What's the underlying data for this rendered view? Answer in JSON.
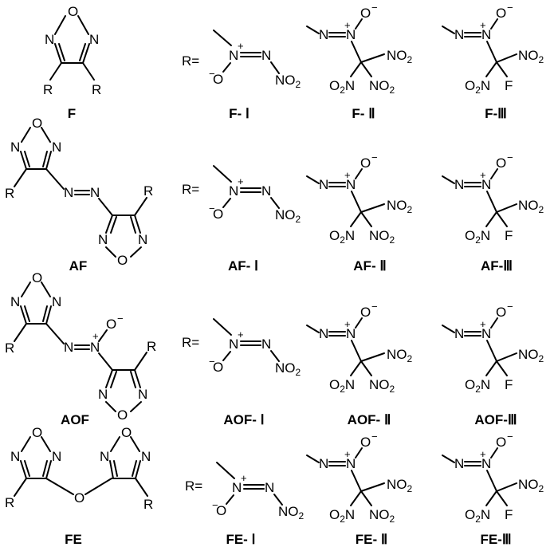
{
  "atoms": {
    "N": "N",
    "O": "O",
    "R": "R",
    "F": "F",
    "NO": "NO",
    "two": "2",
    "O2N_O": "O",
    "O2N_two": "2",
    "O2N_N": "N",
    "plus": "+",
    "minus": "−",
    "r_equals": "R="
  },
  "rows": [
    {
      "scaffold_label": "F",
      "substituent_labels": [
        "F- Ⅰ",
        "F- Ⅱ",
        "F-Ⅲ"
      ]
    },
    {
      "scaffold_label": "AF",
      "substituent_labels": [
        "AF- Ⅰ",
        "AF- Ⅱ",
        "AF-Ⅲ"
      ]
    },
    {
      "scaffold_label": "AOF",
      "substituent_labels": [
        "AOF- Ⅰ",
        "AOF- Ⅱ",
        "AOF-Ⅲ"
      ]
    },
    {
      "scaffold_label": "FE",
      "substituent_labels": [
        "FE- Ⅰ",
        "FE- Ⅱ",
        "FE-Ⅲ"
      ]
    }
  ]
}
